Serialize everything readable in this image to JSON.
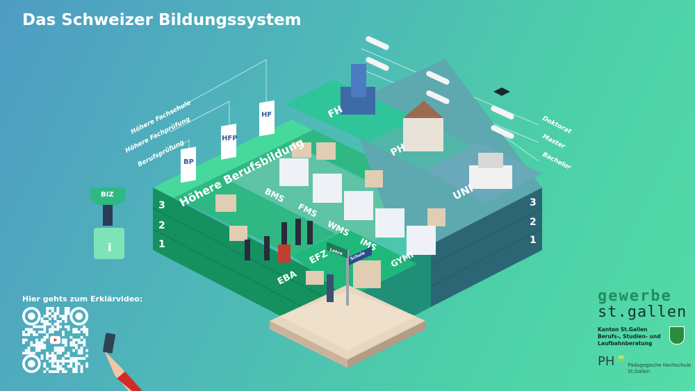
{
  "title": "Das Schweizer Bildungssystem",
  "levels_left": [
    "3",
    "2",
    "1"
  ],
  "levels_right": [
    "3",
    "2",
    "1"
  ],
  "higher_vocational": {
    "label": "Höhere Berufsbildung",
    "certificates": [
      "BP",
      "HFP",
      "HF"
    ],
    "captions": [
      "Höhere Fachschule",
      "Höhere Fachprüfung",
      "Berufsprüfung"
    ]
  },
  "universities": [
    "FH",
    "PH",
    "UNI"
  ],
  "degrees": [
    "Doktorat",
    "Master",
    "Bachelor"
  ],
  "schools": [
    "BMS",
    "FMS",
    "WMS",
    "IMS",
    "GYMI"
  ],
  "apprenticeships": [
    "EFZ",
    "EBA"
  ],
  "signpost": {
    "left": "Lehre",
    "right": "Schule"
  },
  "info_booth": {
    "label": "BIZ",
    "icon": "info-icon"
  },
  "video": {
    "label": "Hier gehts zum Erklärvideo:",
    "icon": "play-icon"
  },
  "logos": {
    "gewerbe_line1": "gewerbe",
    "gewerbe_line2": "st.gallen",
    "kanton_lines": [
      "Kanton St.Gallen",
      "Berufs-, Studien- und",
      "Laufbahnberatung"
    ],
    "ph_short": "PH",
    "ph_badge": "SG",
    "ph_lines": [
      "Pädagogische Hochschule",
      "St.Gallen"
    ]
  },
  "colors": {
    "green": "#3fcf96",
    "dark_green": "#159160",
    "teal": "#5ea8b0",
    "dark_teal": "#2c6674",
    "stairs": "#e8d6bf"
  }
}
